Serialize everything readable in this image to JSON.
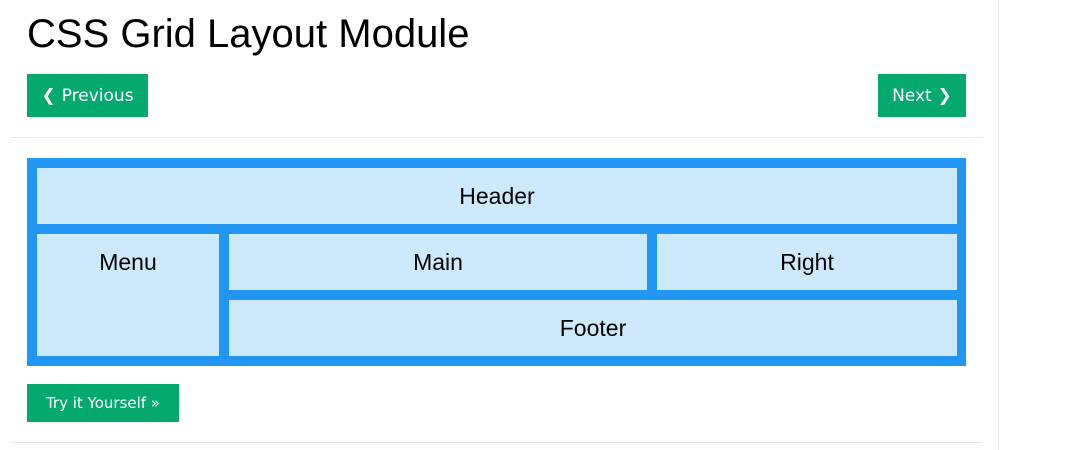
{
  "page": {
    "title": "CSS Grid Layout Module"
  },
  "nav": {
    "prev_icon": "❮",
    "prev_label": "Previous",
    "next_label": "Next",
    "next_icon": "❯"
  },
  "grid": {
    "items": {
      "header": "Header",
      "menu": "Menu",
      "main": "Main",
      "right": "Right",
      "footer": "Footer"
    }
  },
  "try_button": {
    "label": "Try it Yourself »"
  },
  "colors": {
    "button_green": "#04aa6d",
    "grid_border_blue": "#2196f3",
    "grid_item_fill": "#cde9fc"
  }
}
